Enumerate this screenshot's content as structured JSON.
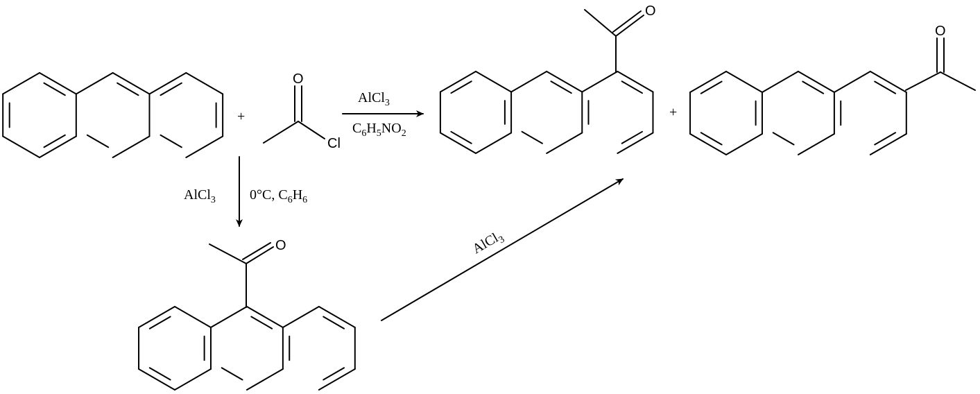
{
  "colors": {
    "ink": "#000000",
    "background": "#ffffff"
  },
  "signs": {
    "plus": "+"
  },
  "atoms": {
    "oxygen": "O",
    "chlorine": "Cl"
  },
  "conditions": {
    "catalyst": "AlCl",
    "catalyst_sub": "3",
    "nitro_c": "C",
    "nitro_c_sub": "6",
    "nitro_h": "H",
    "nitro_h_sub": "5",
    "nitro_no": "NO",
    "nitro_no_sub": "2",
    "temp_prefix": "0°C, C",
    "benz_c_sub": "6",
    "benz_h": "H",
    "benz_h_sub": "6"
  }
}
